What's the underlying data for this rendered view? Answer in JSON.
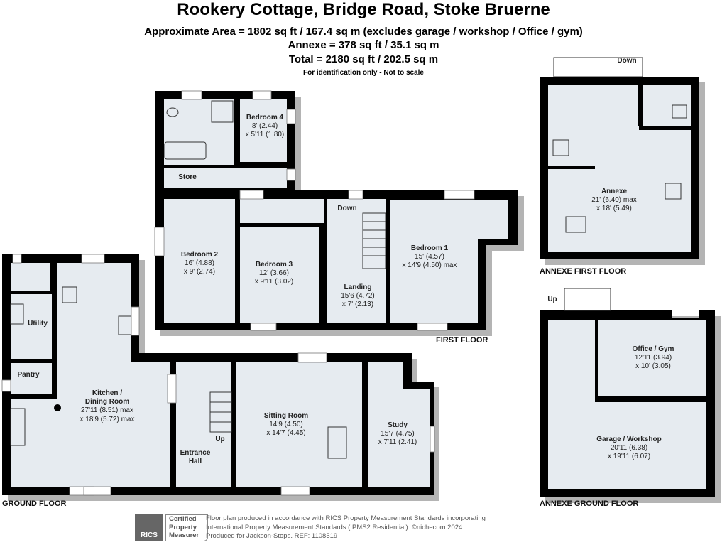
{
  "header": {
    "title": "Rookery Cottage, Bridge Road, Stoke Bruerne",
    "area_line": "Approximate Area = 1802 sq ft / 167.4 sq m (excludes garage / workshop / Office / gym)",
    "annexe_line": "Annexe = 378 sq ft / 35.1 sq m",
    "total_line": "Total = 2180 sq ft / 202.5 sq m",
    "note": "For identification only - Not to scale"
  },
  "floors": {
    "first": {
      "label": "FIRST FLOOR",
      "rooms": {
        "bedroom4": {
          "name": "Bedroom 4",
          "dim1": "8' (2.44)",
          "dim2": "x 5'11 (1.80)"
        },
        "store": {
          "name": "Store"
        },
        "bedroom2": {
          "name": "Bedroom 2",
          "dim1": "16' (4.88)",
          "dim2": "x 9' (2.74)"
        },
        "bedroom3": {
          "name": "Bedroom 3",
          "dim1": "12' (3.66)",
          "dim2": "x 9'11 (3.02)"
        },
        "landing": {
          "name": "Landing",
          "dim1": "15'6 (4.72)",
          "dim2": "x 7' (2.13)"
        },
        "bedroom1": {
          "name": "Bedroom 1",
          "dim1": "15' (4.57)",
          "dim2": "x 14'9 (4.50) max"
        }
      },
      "stair_label": "Down"
    },
    "ground": {
      "label": "GROUND FLOOR",
      "rooms": {
        "utility": {
          "name": "Utility"
        },
        "pantry": {
          "name": "Pantry"
        },
        "kitchen": {
          "name1": "Kitchen /",
          "name2": "Dining Room",
          "dim1": "27'11 (8.51) max",
          "dim2": "x 18'9 (5.72) max"
        },
        "hall": {
          "name1": "Entrance",
          "name2": "Hall"
        },
        "sitting": {
          "name": "Sitting Room",
          "dim1": "14'9 (4.50)",
          "dim2": "x 14'7 (4.45)"
        },
        "study": {
          "name": "Study",
          "dim1": "15'7 (4.75)",
          "dim2": "x 7'11 (2.41)"
        }
      },
      "stair_label": "Up"
    },
    "annexe_first": {
      "label": "ANNEXE FIRST FLOOR",
      "rooms": {
        "annexe": {
          "name": "Annexe",
          "dim1": "21' (6.40) max",
          "dim2": "x 18' (5.49)"
        }
      },
      "stair_label": "Down"
    },
    "annexe_ground": {
      "label": "ANNEXE GROUND FLOOR",
      "rooms": {
        "office": {
          "name": "Office / Gym",
          "dim1": "12'11 (3.94)",
          "dim2": "x 10' (3.05)"
        },
        "garage": {
          "name": "Garage / Workshop",
          "dim1": "20'11 (6.38)",
          "dim2": "x 19'11 (6.07)"
        }
      },
      "stair_label": "Up"
    }
  },
  "footer": {
    "logo_text": "RICS",
    "badge_line1": "Certified",
    "badge_line2": "Property",
    "badge_line3": "Measurer",
    "line1": "Floor plan produced in accordance with RICS Property Measurement Standards incorporating",
    "line2": "International Property Measurement Standards (IPMS2 Residential).   ©nichecom 2024.",
    "line3": "Produced for Jackson-Stops.   REF: 1108519"
  },
  "colors": {
    "wall": "#000000",
    "room_fill": "#e6ebf0",
    "shadow": "#b4b4b4"
  }
}
